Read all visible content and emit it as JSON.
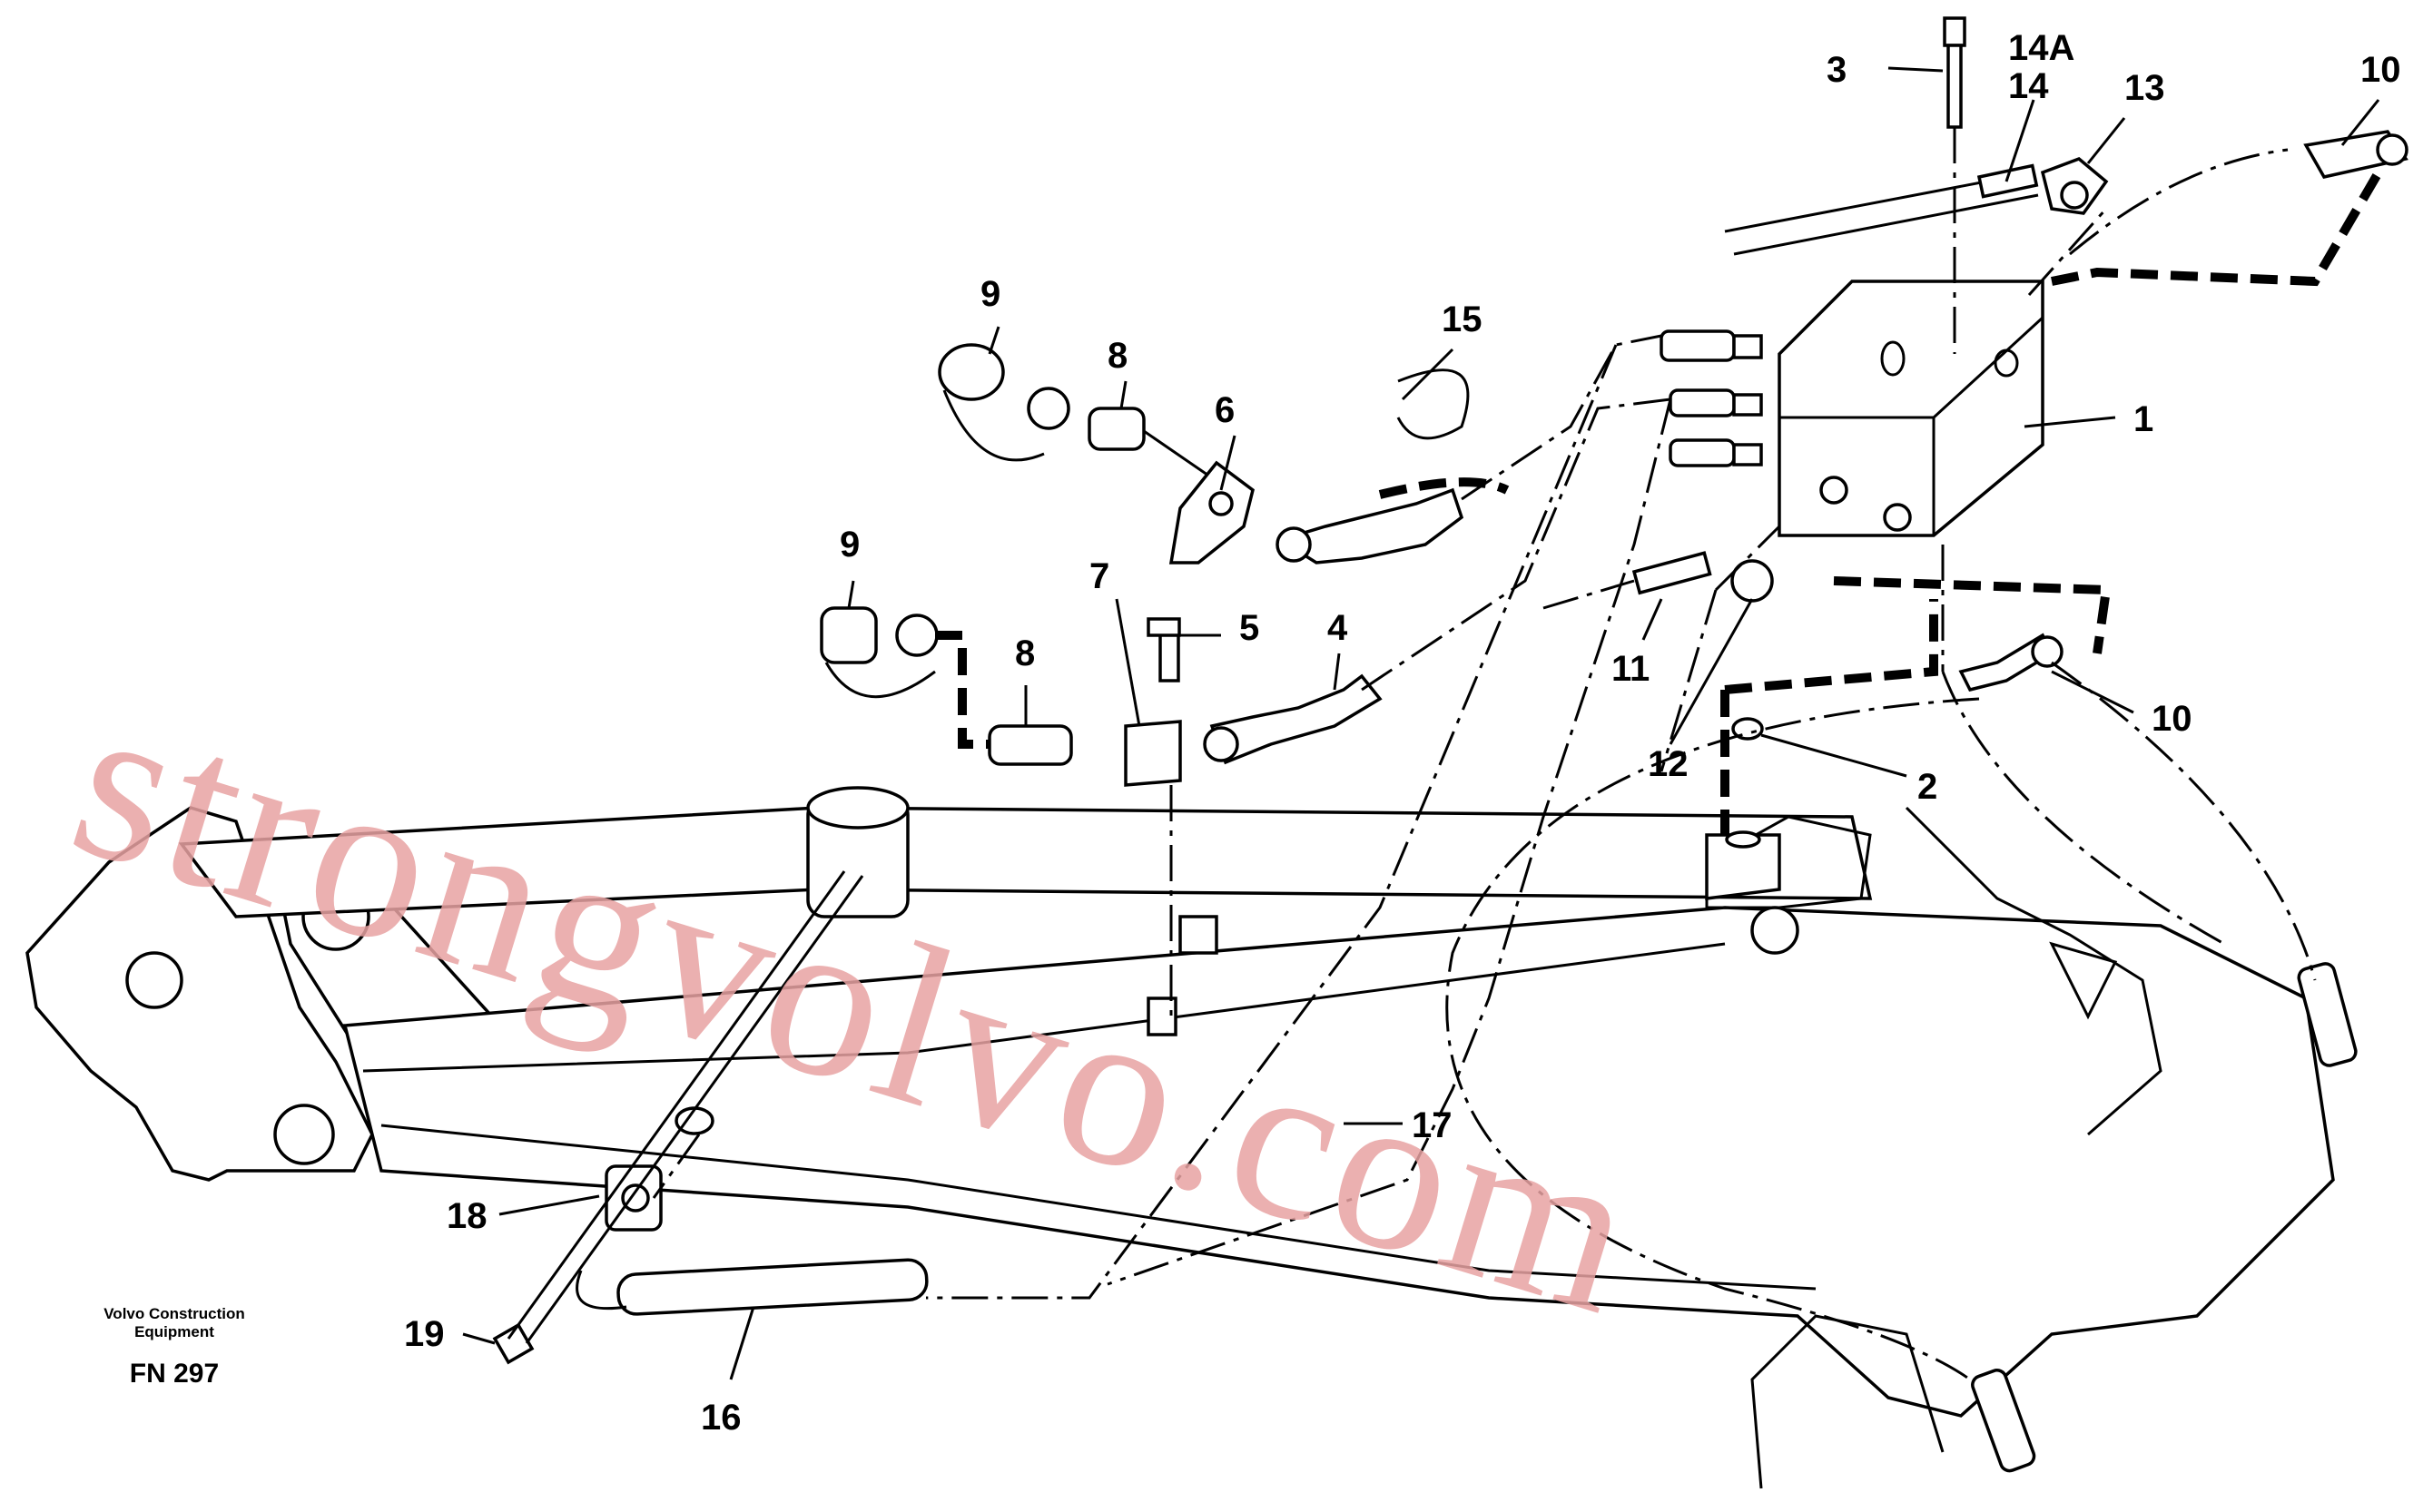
{
  "diagram": {
    "labels": {
      "l1": "1",
      "l2": "2",
      "l3": "3",
      "l4": "4",
      "l5": "5",
      "l6": "6",
      "l7": "7",
      "l8a": "8",
      "l8b": "8",
      "l9a": "9",
      "l9b": "9",
      "l10a": "10",
      "l10b": "10",
      "l11": "11",
      "l12": "12",
      "l13": "13",
      "l14": "14",
      "l14a": "14A",
      "l15": "15",
      "l16": "16",
      "l17": "17",
      "l18": "18",
      "l19": "19"
    },
    "corner": {
      "line1": "Volvo Construction",
      "line2": "Equipment",
      "code": "FN 297"
    },
    "watermark": "strongvolvo.com"
  }
}
